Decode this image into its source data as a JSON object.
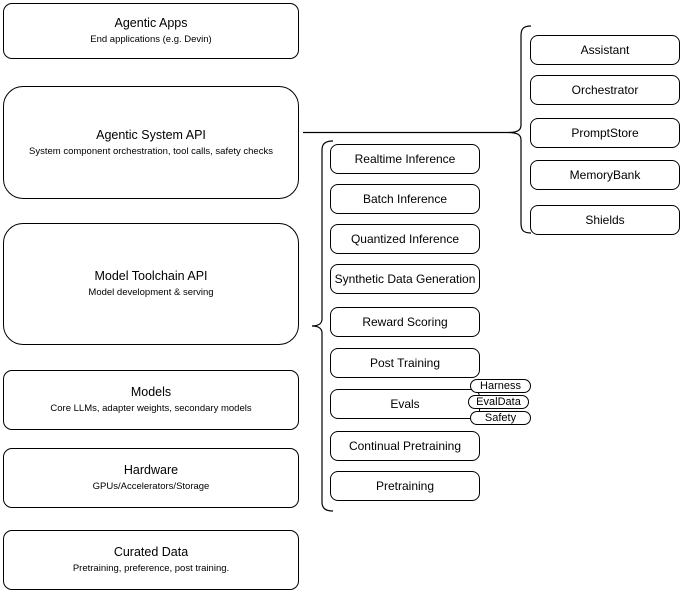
{
  "diagram": {
    "left_stack": [
      {
        "title": "Agentic Apps",
        "subtitle": "End applications (e.g. Devin)"
      },
      {
        "title": "Agentic System API",
        "subtitle": "System component orchestration, tool calls, safety checks"
      },
      {
        "title": "Model Toolchain API",
        "subtitle": "Model development & serving"
      },
      {
        "title": "Models",
        "subtitle": "Core LLMs, adapter weights, secondary models"
      },
      {
        "title": "Hardware",
        "subtitle": "GPUs/Accelerators/Storage"
      },
      {
        "title": "Curated Data",
        "subtitle": "Pretraining, preference, post training."
      }
    ],
    "toolchain_services": [
      "Realtime Inference",
      "Batch Inference",
      "Quantized Inference",
      "Synthetic Data Generation",
      "Reward Scoring",
      "Post Training",
      "Evals",
      "Continual Pretraining",
      "Pretraining"
    ],
    "eval_tags": [
      "Harness",
      "EvalData",
      "Safety"
    ],
    "system_components": [
      "Assistant",
      "Orchestrator",
      "PromptStore",
      "MemoryBank",
      "Shields"
    ],
    "colors": {
      "stroke": "#000000",
      "fill": "#ffffff",
      "background": "#ffffff",
      "text": "#000000"
    }
  }
}
